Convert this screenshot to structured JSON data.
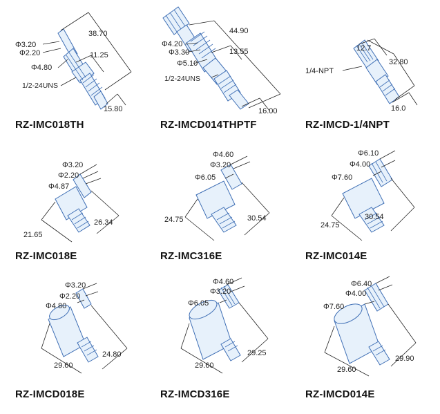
{
  "colors": {
    "part_fill": "#e7f1fb",
    "part_stroke": "#3f6fb5",
    "dim_line": "#222222"
  },
  "products": [
    {
      "name": "RZ-IMC018TH",
      "dims": [
        "Φ3.20",
        "Φ2.20",
        "Φ4.80",
        "38.70",
        "11.25",
        "15.80"
      ],
      "thread": "1/2-24UNS"
    },
    {
      "name": "RZ-IMCD014THPTF",
      "dims": [
        "Φ4.20",
        "Φ3.30",
        "Φ5.10",
        "44.90",
        "13.55",
        "16.00"
      ],
      "thread": "1/2-24UNS"
    },
    {
      "name": "RZ-IMCD-1/4NPT",
      "dims": [
        "12.7",
        "32.80",
        "16.0"
      ],
      "thread": "1/4-NPT"
    },
    {
      "name": "RZ-IMC018E",
      "dims": [
        "Φ3.20",
        "Φ2.20",
        "Φ4.87",
        "26.34",
        "21.65"
      ]
    },
    {
      "name": "RZ-IMC316E",
      "dims": [
        "Φ4.60",
        "Φ3.20",
        "Φ6.05",
        "24.75",
        "30.54"
      ]
    },
    {
      "name": "RZ-IMC014E",
      "dims": [
        "Φ6.10",
        "Φ4.00",
        "Φ7.60",
        "24.75",
        "30.54"
      ]
    },
    {
      "name": "RZ-IMCD018E",
      "dims": [
        "Φ3.20",
        "Φ2.20",
        "Φ4.80",
        "24.80",
        "29.60"
      ]
    },
    {
      "name": "RZ-IMCD316E",
      "dims": [
        "Φ4.60",
        "Φ3.20",
        "Φ6.05",
        "29.25",
        "29.60"
      ]
    },
    {
      "name": "RZ-IMCD014E",
      "dims": [
        "Φ6.40",
        "Φ4.00",
        "Φ7.60",
        "29.90",
        "29.60"
      ]
    }
  ]
}
